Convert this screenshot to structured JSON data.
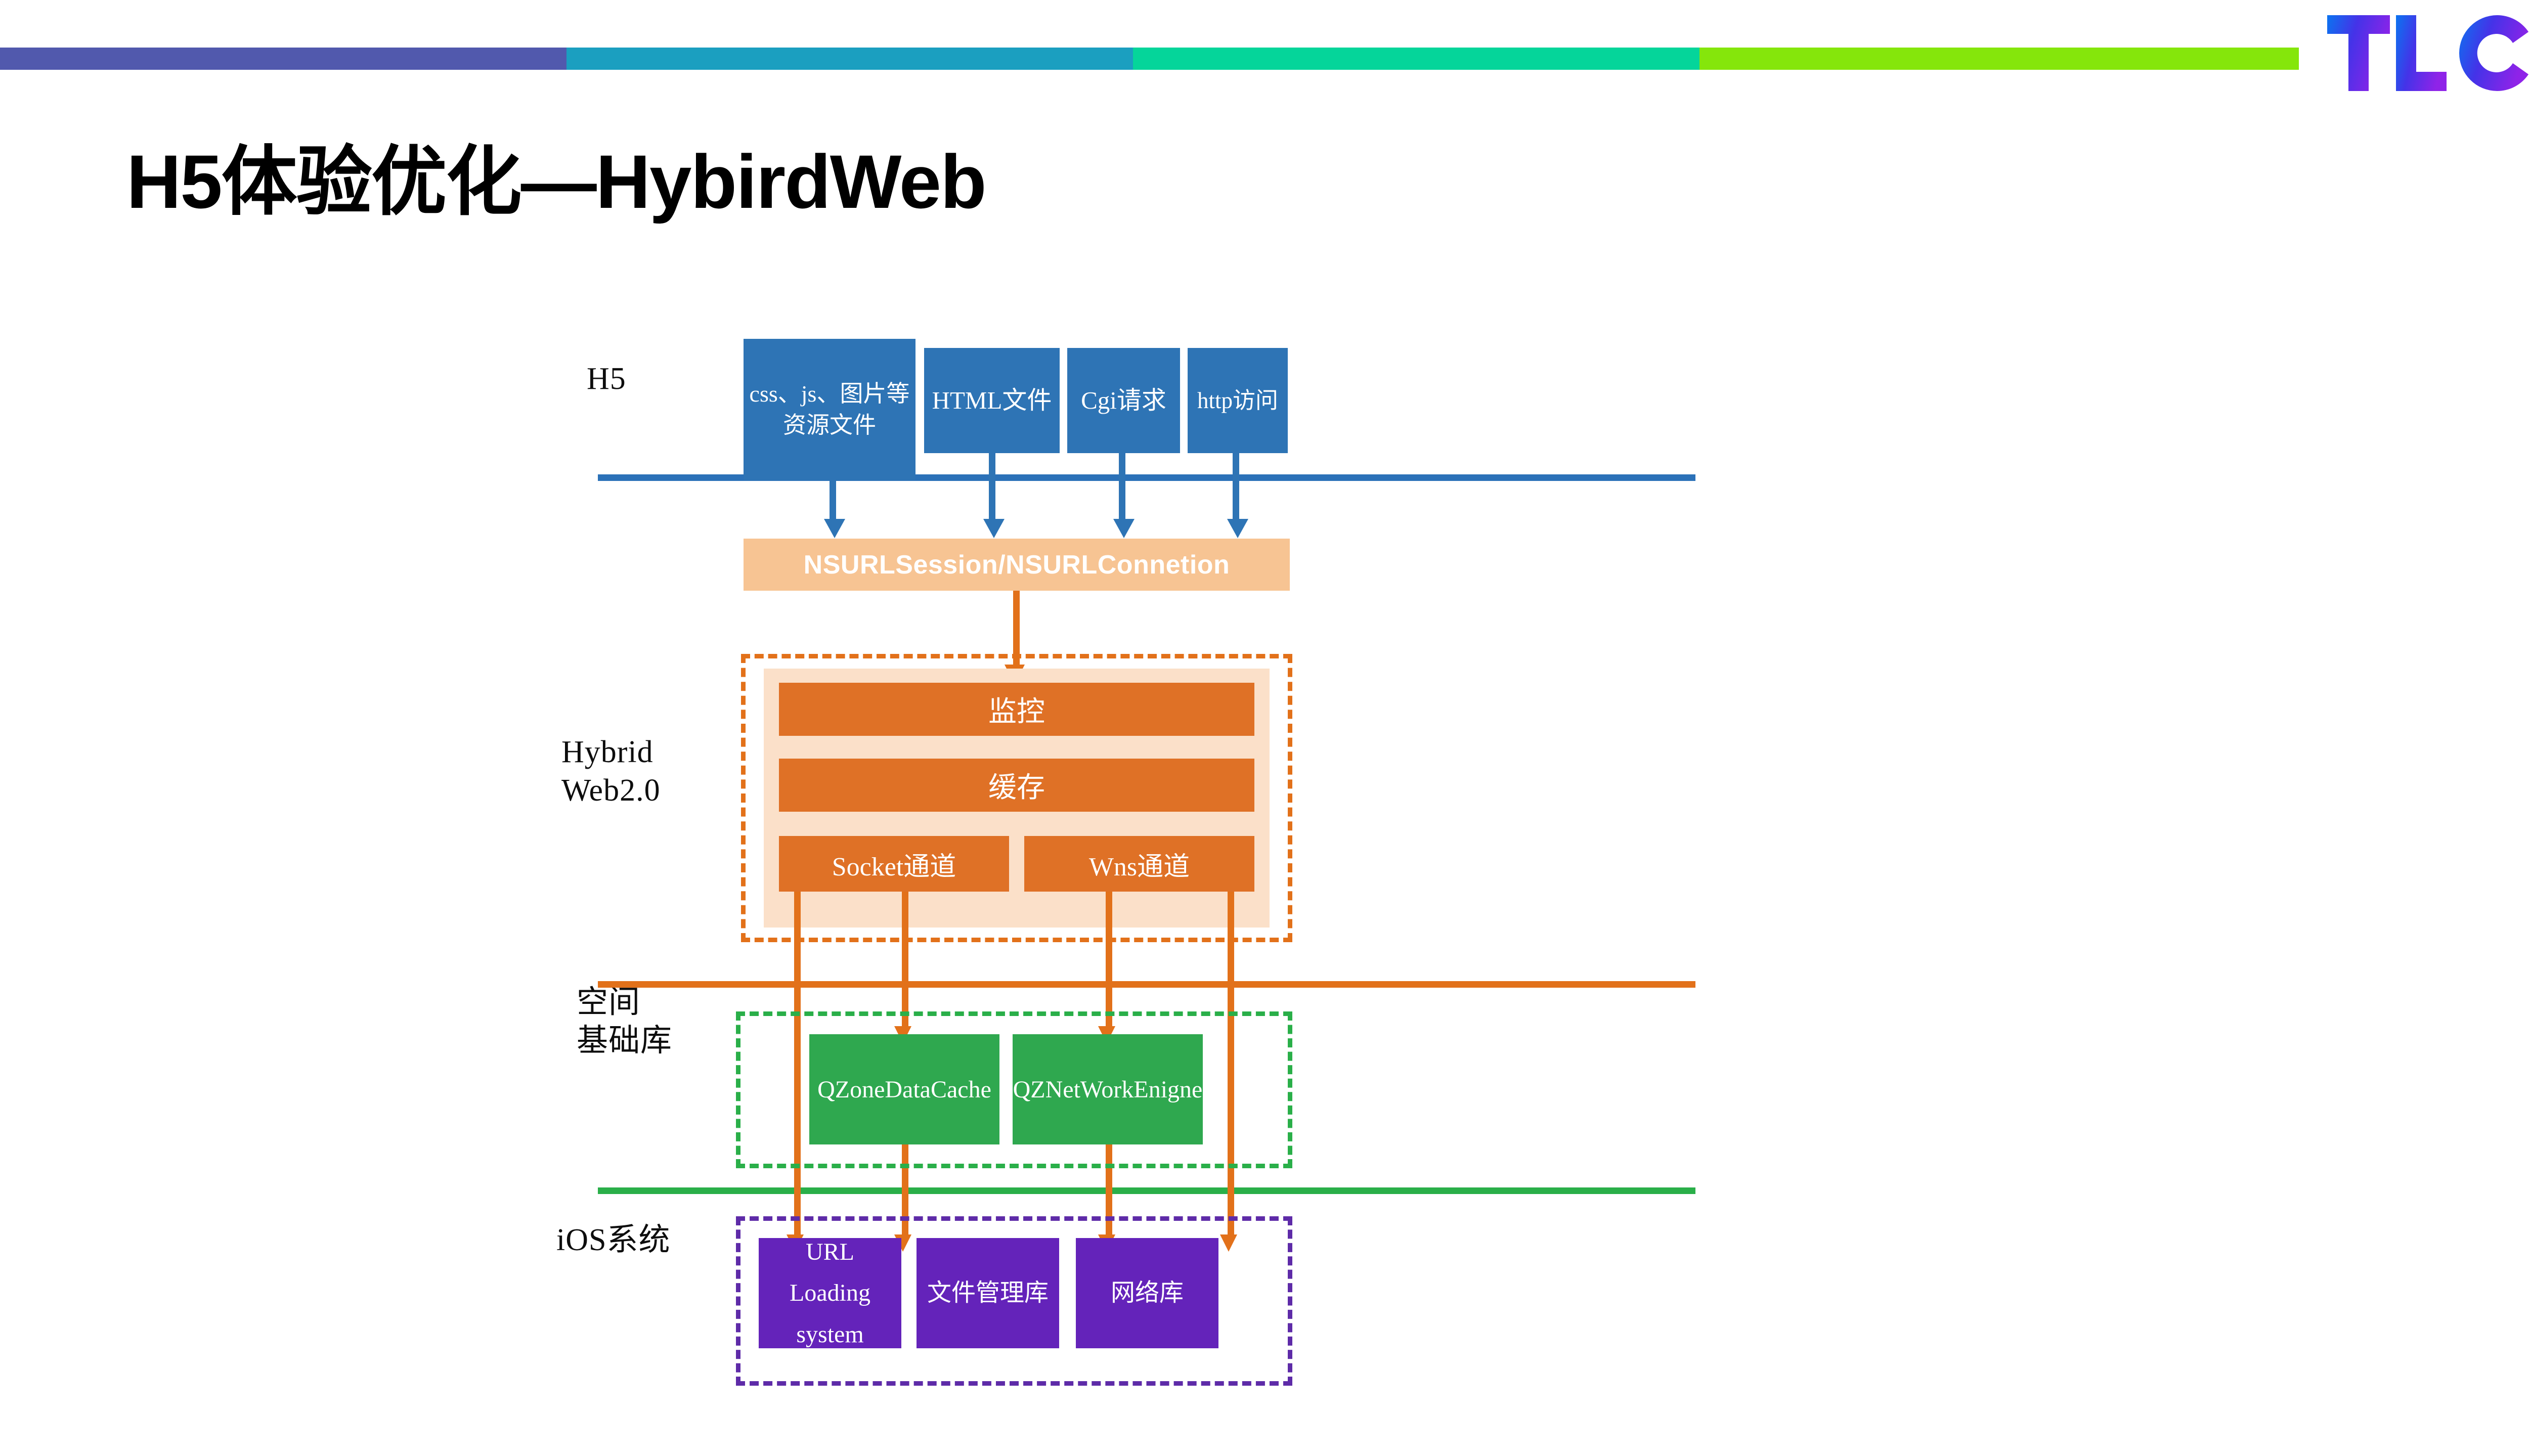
{
  "header": {
    "bars": [
      {
        "name": "bar-indigo",
        "color": "#5159ad"
      },
      {
        "name": "bar-cyan",
        "color": "#1b9fc0"
      },
      {
        "name": "bar-teal",
        "color": "#05d59a"
      },
      {
        "name": "bar-lime",
        "color": "#85e60b"
      }
    ],
    "logo_text": "TLC"
  },
  "slide": {
    "title": "H5体验优化—HybirdWeb"
  },
  "diagram": {
    "tiers": [
      {
        "id": "h5",
        "label": "H5",
        "divider_color": "#2b71b8"
      },
      {
        "id": "hybrid",
        "label": "Hybrid\nWeb2.0",
        "divider_color": "#e2711a"
      },
      {
        "id": "space",
        "label": "空间\n基础库",
        "divider_color": "#2aaf49"
      },
      {
        "id": "ios",
        "label": "iOS系统",
        "divider_color": "#5e2ba8"
      }
    ],
    "h5_boxes": [
      {
        "label": "css、js、图片等\n资源文件"
      },
      {
        "label": "HTML文件"
      },
      {
        "label": "Cgi请求"
      },
      {
        "label": "http访问"
      }
    ],
    "nsurl_bar": {
      "label": "NSURLSession/NSURLConnetion",
      "color": "#f7c493"
    },
    "hybrid_boxes": [
      {
        "label": "监控"
      },
      {
        "label": "缓存"
      },
      {
        "label": "Socket通道"
      },
      {
        "label": "Wns通道"
      }
    ],
    "space_boxes": [
      {
        "label": "QZoneDataCache"
      },
      {
        "label": "QZNetWorkEnigne"
      }
    ],
    "ios_boxes": [
      {
        "label": "URL Loading system"
      },
      {
        "label": "文件管理库"
      },
      {
        "label": "网络库"
      }
    ],
    "colors": {
      "blue_box": "#2e74b5",
      "orange_box": "#df7126",
      "orange_light": "#fbe0c9",
      "green_box": "#2fa84f",
      "purple_box": "#6423ba",
      "arrow_blue": "#2e74b5",
      "arrow_orange": "#e2711a"
    }
  }
}
